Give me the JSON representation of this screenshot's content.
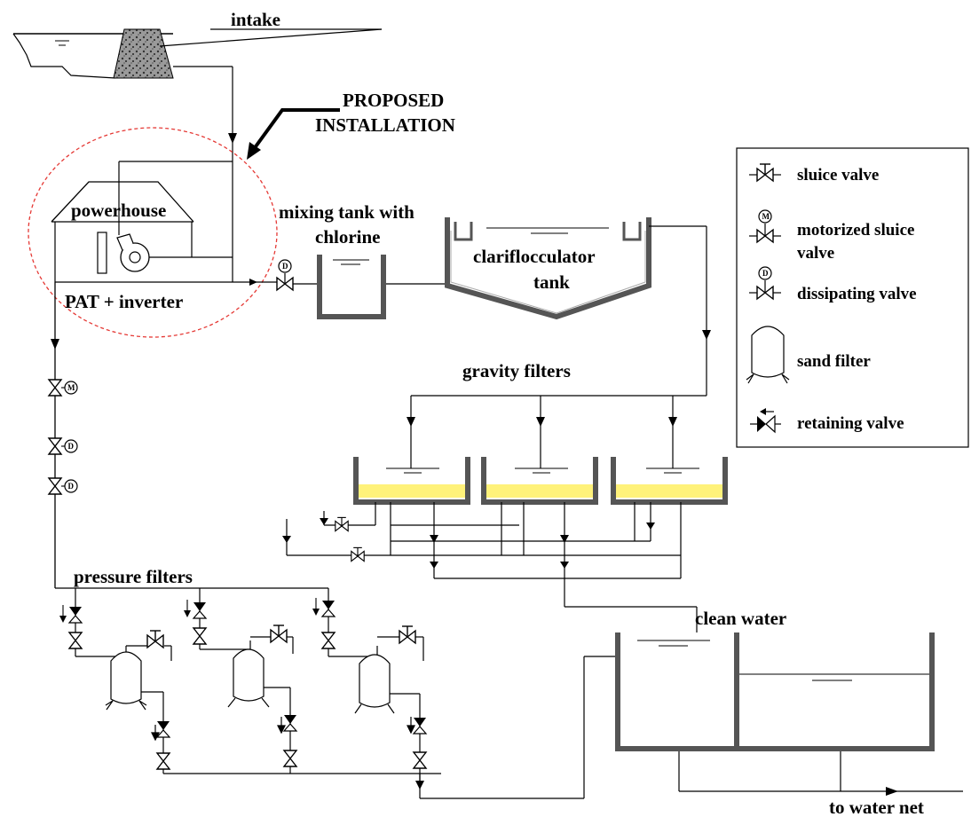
{
  "labels": {
    "intake": "intake",
    "proposed_line1": "PROPOSED",
    "proposed_line2": "INSTALLATION",
    "powerhouse": "powerhouse",
    "pat_inverter": "PAT + inverter",
    "mixing_line1": "mixing tank with",
    "mixing_line2": "chlorine",
    "clari_line1": "clariflocculator",
    "clari_line2": "tank",
    "gravity_filters": "gravity filters",
    "pressure_filters": "pressure filters",
    "clean_water": "clean water",
    "to_water_net": "to water net"
  },
  "legend": {
    "sluice_valve": "sluice valve",
    "motorized_line1": "motorized sluice",
    "motorized_line2": "valve",
    "dissipating_valve": "dissipating valve",
    "sand_filter": "sand filter",
    "retaining_valve": "retaining valve"
  },
  "valve_letters": {
    "motorized": "M",
    "dissipating": "D"
  },
  "colors": {
    "line": "#000000",
    "tank_wall": "#555555",
    "tank_wall_fill": "#9a9a9a",
    "filter_media": "#fff27a",
    "proposed_circle": "#e53935",
    "dam_fill": "#8c8c8c"
  }
}
